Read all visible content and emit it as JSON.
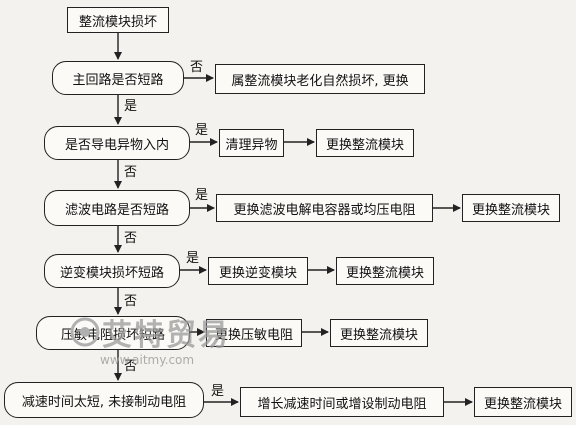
{
  "diagram": {
    "start": "整流模块损坏",
    "decisions": [
      "主回路是否短路",
      "是否导电异物入内",
      "滤波电路是否短路",
      "逆变模块损坏短路",
      "压敏电阻损坏短路",
      "减速时间太短, 未接制动电阻"
    ],
    "actions": [
      "属整流模块老化自然损坏, 更换",
      "清理异物",
      "更换滤波电解电容器或均压电阻",
      "更换逆变模块",
      "更换压敏电阻",
      "增长减速时间或增设制动电阻"
    ],
    "replace_module": "更换整流模块",
    "yes": "是",
    "no": "否"
  },
  "watermark": {
    "text": "艾特贸易",
    "url": "www.aitmy.com"
  }
}
